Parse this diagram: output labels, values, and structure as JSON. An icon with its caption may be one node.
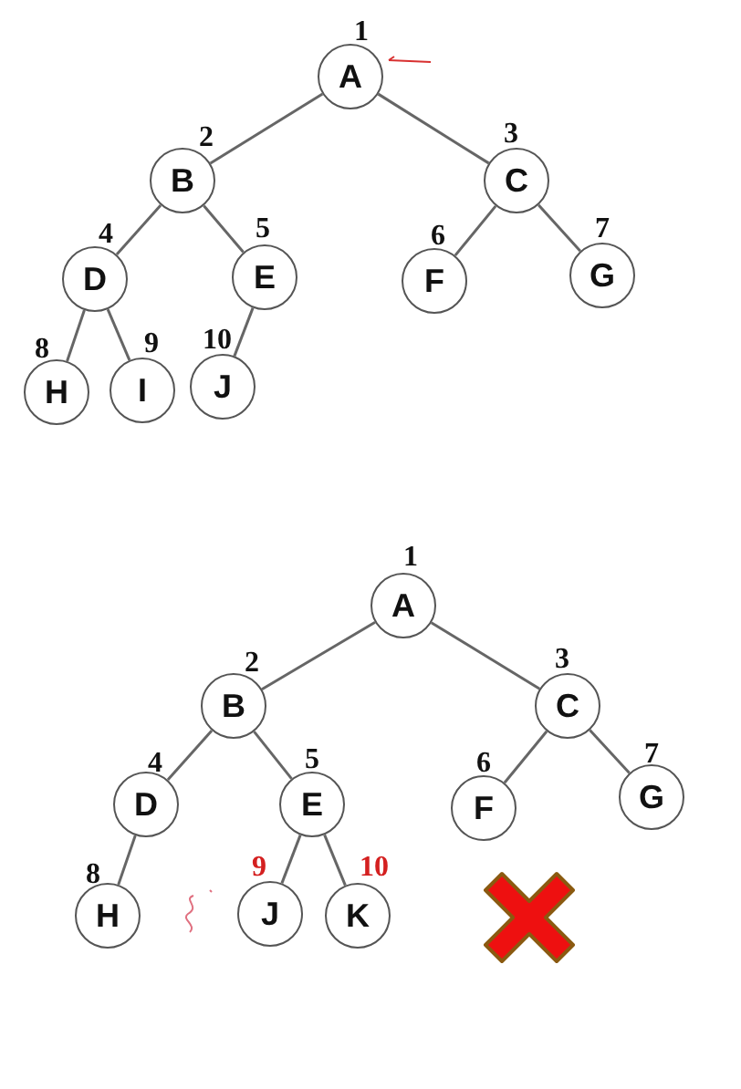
{
  "diagram": {
    "nodes": [
      {
        "text": [
          "A"
        ],
        "beside": [
          "1"
        ]
      },
      {
        "text": [
          "B"
        ],
        "beside": [
          "2"
        ]
      },
      {
        "text": [
          "C"
        ],
        "beside": [
          "3"
        ]
      },
      {
        "text": [
          "D"
        ],
        "beside": [
          "4"
        ]
      },
      {
        "text": [
          "E"
        ],
        "beside": [
          "5"
        ]
      },
      {
        "text": [
          "F"
        ],
        "beside": [
          "6"
        ]
      },
      {
        "text": [
          "G"
        ],
        "beside": [
          "7"
        ]
      },
      {
        "text": [
          "H"
        ],
        "beside": [
          "8"
        ]
      },
      {
        "text": [
          "I"
        ],
        "beside": [
          "9"
        ]
      },
      {
        "text": [
          "J"
        ],
        "beside": [
          "10"
        ]
      },
      {
        "text": [
          "A"
        ],
        "beside": [
          "1"
        ]
      },
      {
        "text": [
          "B"
        ],
        "beside": [
          "2"
        ]
      },
      {
        "text": [
          "C"
        ],
        "beside": [
          "3"
        ]
      },
      {
        "text": [
          "D"
        ],
        "beside": [
          "4"
        ]
      },
      {
        "text": [
          "E"
        ],
        "beside": [
          "5"
        ]
      },
      {
        "text": [
          "F"
        ],
        "beside": [
          "6"
        ]
      },
      {
        "text": [
          "G"
        ],
        "beside": [
          "7"
        ]
      },
      {
        "text": [
          "H"
        ],
        "beside": [
          "8"
        ]
      },
      {
        "text": [
          "J"
        ],
        "beside": [
          "9"
        ]
      },
      {
        "text": [
          "K"
        ],
        "beside": [
          "10"
        ]
      }
    ],
    "edges": [
      {
        "from": 0,
        "to": 1,
        "arrow": "none"
      },
      {
        "from": 0,
        "to": 2,
        "arrow": "none"
      },
      {
        "from": 1,
        "to": 3,
        "arrow": "none"
      },
      {
        "from": 1,
        "to": 4,
        "arrow": "none"
      },
      {
        "from": 2,
        "to": 5,
        "arrow": "none"
      },
      {
        "from": 2,
        "to": 6,
        "arrow": "none"
      },
      {
        "from": 3,
        "to": 7,
        "arrow": "none"
      },
      {
        "from": 3,
        "to": 8,
        "arrow": "none"
      },
      {
        "from": 4,
        "to": 9,
        "arrow": "none"
      },
      {
        "from": 10,
        "to": 11,
        "arrow": "none"
      },
      {
        "from": 10,
        "to": 12,
        "arrow": "none"
      },
      {
        "from": 11,
        "to": 13,
        "arrow": "none"
      },
      {
        "from": 11,
        "to": 14,
        "arrow": "none"
      },
      {
        "from": 12,
        "to": 15,
        "arrow": "none"
      },
      {
        "from": 12,
        "to": 16,
        "arrow": "none"
      },
      {
        "from": 13,
        "to": 17,
        "arrow": "none"
      },
      {
        "from": 14,
        "to": 18,
        "arrow": "none"
      },
      {
        "from": 14,
        "to": 19,
        "arrow": "none"
      }
    ]
  }
}
